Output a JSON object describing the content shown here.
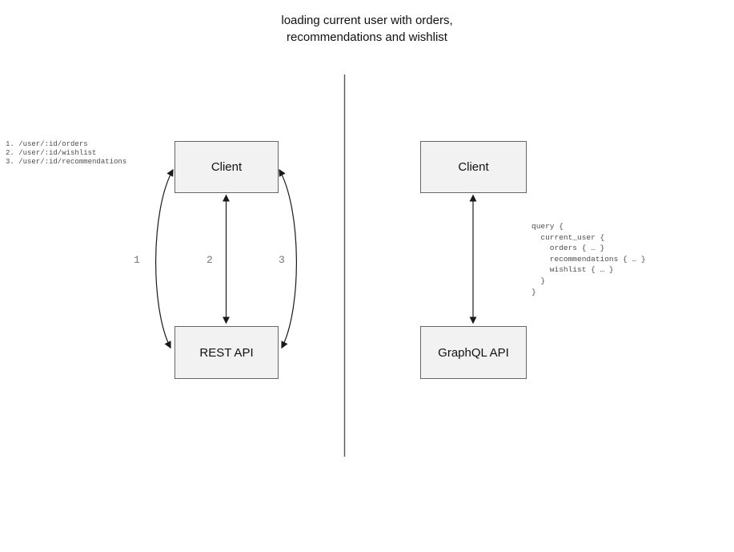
{
  "title": {
    "line1": "loading current user with orders,",
    "line2": "recommendations and wishlist"
  },
  "colors": {
    "box_fill": "#f2f2f2",
    "box_border": "#666666",
    "arrow": "#1a1a1a",
    "divider": "#555555",
    "code_text": "#4d4d4d",
    "number_label": "#757575"
  },
  "rest_panel": {
    "client_label": "Client",
    "api_label": "REST API",
    "endpoints": [
      "1. /user/:id/orders",
      "2. /user/:id/wishlist",
      "3. /user/:id/recommendations"
    ],
    "arrow_labels": [
      "1",
      "2",
      "3"
    ]
  },
  "graphql_panel": {
    "client_label": "Client",
    "api_label": "GraphQL API",
    "query_lines": [
      "query {",
      "  current_user {",
      "    orders { … }",
      "    recommendations { … }",
      "    wishlist { … }",
      "  }",
      "}"
    ]
  }
}
